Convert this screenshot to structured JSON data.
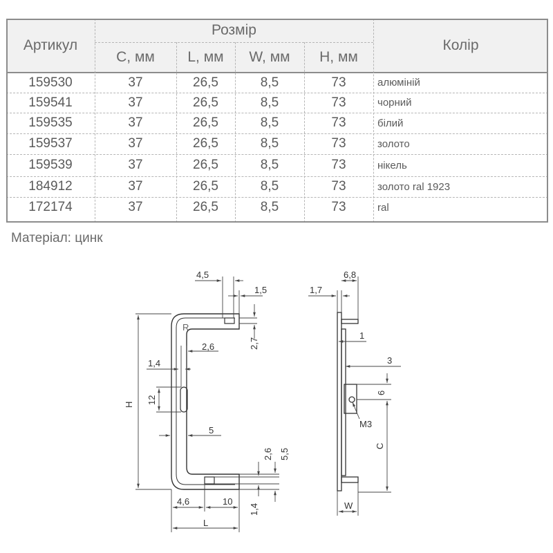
{
  "table": {
    "headers": {
      "article": "Артикул",
      "size_group": "Розмір",
      "c": "C, мм",
      "l": "L, мм",
      "w": "W, мм",
      "h": "H, мм",
      "color": "Колір"
    },
    "rows": [
      {
        "article": "159530",
        "c": "37",
        "l": "26,5",
        "w": "8,5",
        "h": "73",
        "color": "алюміній"
      },
      {
        "article": "159541",
        "c": "37",
        "l": "26,5",
        "w": "8,5",
        "h": "73",
        "color": "чорний"
      },
      {
        "article": "159535",
        "c": "37",
        "l": "26,5",
        "w": "8,5",
        "h": "73",
        "color": "білий"
      },
      {
        "article": "159537",
        "c": "37",
        "l": "26,5",
        "w": "8,5",
        "h": "73",
        "color": "золото"
      },
      {
        "article": "159539",
        "c": "37",
        "l": "26,5",
        "w": "8,5",
        "h": "73",
        "color": "нікель"
      },
      {
        "article": "184912",
        "c": "37",
        "l": "26,5",
        "w": "8,5",
        "h": "73",
        "color": "золото ral 1923"
      },
      {
        "article": "172174",
        "c": "37",
        "l": "26,5",
        "w": "8,5",
        "h": "73",
        "color": "ral"
      }
    ]
  },
  "material": "Матеріал: цинк",
  "drawing": {
    "dim_4_5": "4,5",
    "dim_1_5": "1,5",
    "dim_2_7": "2,7",
    "dim_2_6_top": "2,6",
    "dim_1_4_top": "1,4",
    "dim_12": "12",
    "dim_5": "5",
    "dim_h": "H",
    "dim_2_6_bottom": "2,6",
    "dim_5_5": "5,5",
    "dim_4_6": "4,6",
    "dim_10": "10",
    "dim_1_4_bottom": "1,4",
    "dim_l": "L",
    "dim_1_7": "1,7",
    "dim_6_8": "6,8",
    "dim_1": "1",
    "dim_3": "3",
    "dim_6": "6",
    "dim_m3": "M3",
    "dim_c": "C",
    "dim_w": "W",
    "logo_mark": "R"
  }
}
